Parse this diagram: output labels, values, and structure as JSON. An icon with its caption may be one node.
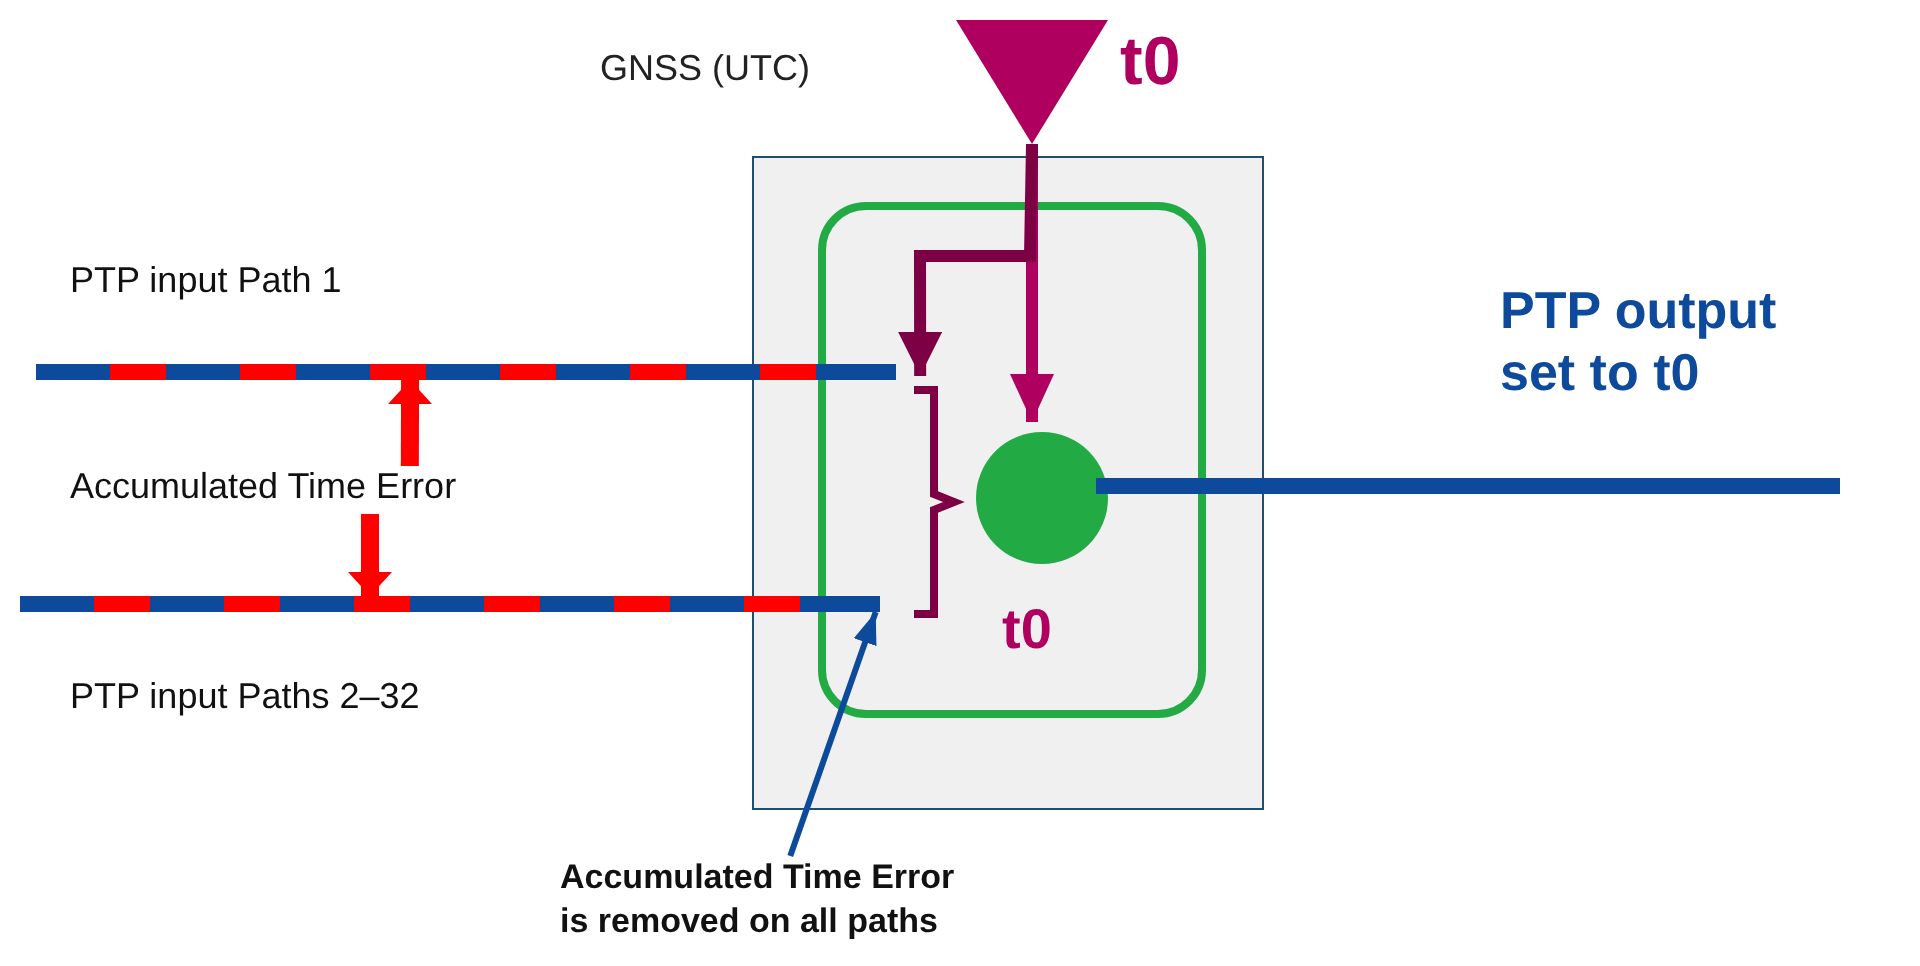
{
  "diagram": {
    "nodes": [
      {
        "text": [
          "GNSS (UTC)"
        ],
        "beside": [
          "t0"
        ]
      },
      {
        "text": [],
        "shape": "box"
      },
      {
        "text": [],
        "shape": "box",
        "in": 1
      },
      {
        "text": [],
        "shape": "bracket",
        "in": 2
      },
      {
        "text": [],
        "shape": "circle",
        "in": 2,
        "beside": [
          "t0"
        ]
      },
      {
        "text": [
          "PTP input Path 1"
        ]
      },
      {
        "text": [
          "PTP output set to t0"
        ]
      },
      {
        "text": [
          "Accumulated Time Error"
        ]
      },
      {
        "text": [
          "PTP input Paths 2–32"
        ]
      },
      {
        "text": [
          "Accumulated Time Error is removed on all paths"
        ]
      }
    ],
    "edges": [
      {
        "from": 0,
        "to": 4,
        "arrow": "to",
        "color": "#b0005f"
      },
      {
        "from": 0,
        "to": 3,
        "arrow": "to",
        "color": "#7d0044"
      },
      {
        "from": 7,
        "to": 5,
        "arrow": "to",
        "color": "#ff0000"
      },
      {
        "from": 7,
        "to": 8,
        "arrow": "to",
        "color": "#ff0000"
      },
      {
        "from": 9,
        "to": 8,
        "arrow": "to",
        "color": "#0d4a9c"
      }
    ]
  }
}
